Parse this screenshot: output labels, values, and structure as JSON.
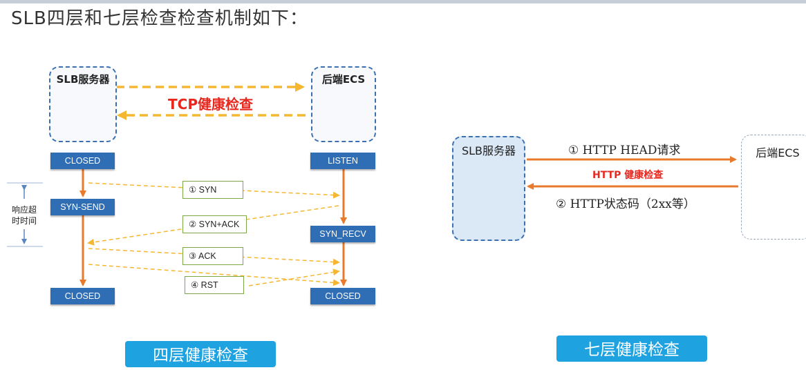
{
  "page": {
    "title": "SLB四层和七层检查检查机制如下："
  },
  "layer4": {
    "slb_label": "SLB服务器",
    "ecs_label": "后端ECS",
    "check_label": "TCP健康检查",
    "states_left": [
      "CLOSED",
      "SYN-SEND",
      "CLOSED"
    ],
    "states_right": [
      "LISTEN",
      "SYN_RECV",
      "CLOSED"
    ],
    "steps": [
      "① SYN",
      "② SYN+ACK",
      "③ ACK",
      "④ RST"
    ],
    "timeout_label": "响应超\n时时间",
    "caption": "四层健康检查"
  },
  "layer7": {
    "slb_label": "SLB服务器",
    "ecs_label": "后端ECS",
    "request_label": "①  HTTP  HEAD请求",
    "check_label": "HTTP 健康检查",
    "response_label": "②  HTTP状态码（2xx等）",
    "caption": "七层健康检查"
  },
  "colors": {
    "state_box": "#2f6db5",
    "arrow_orange": "#e97a2c",
    "dashed_arrow": "#f5b731",
    "red_text": "#e8281f",
    "caption_bg": "#1fa3e0"
  }
}
